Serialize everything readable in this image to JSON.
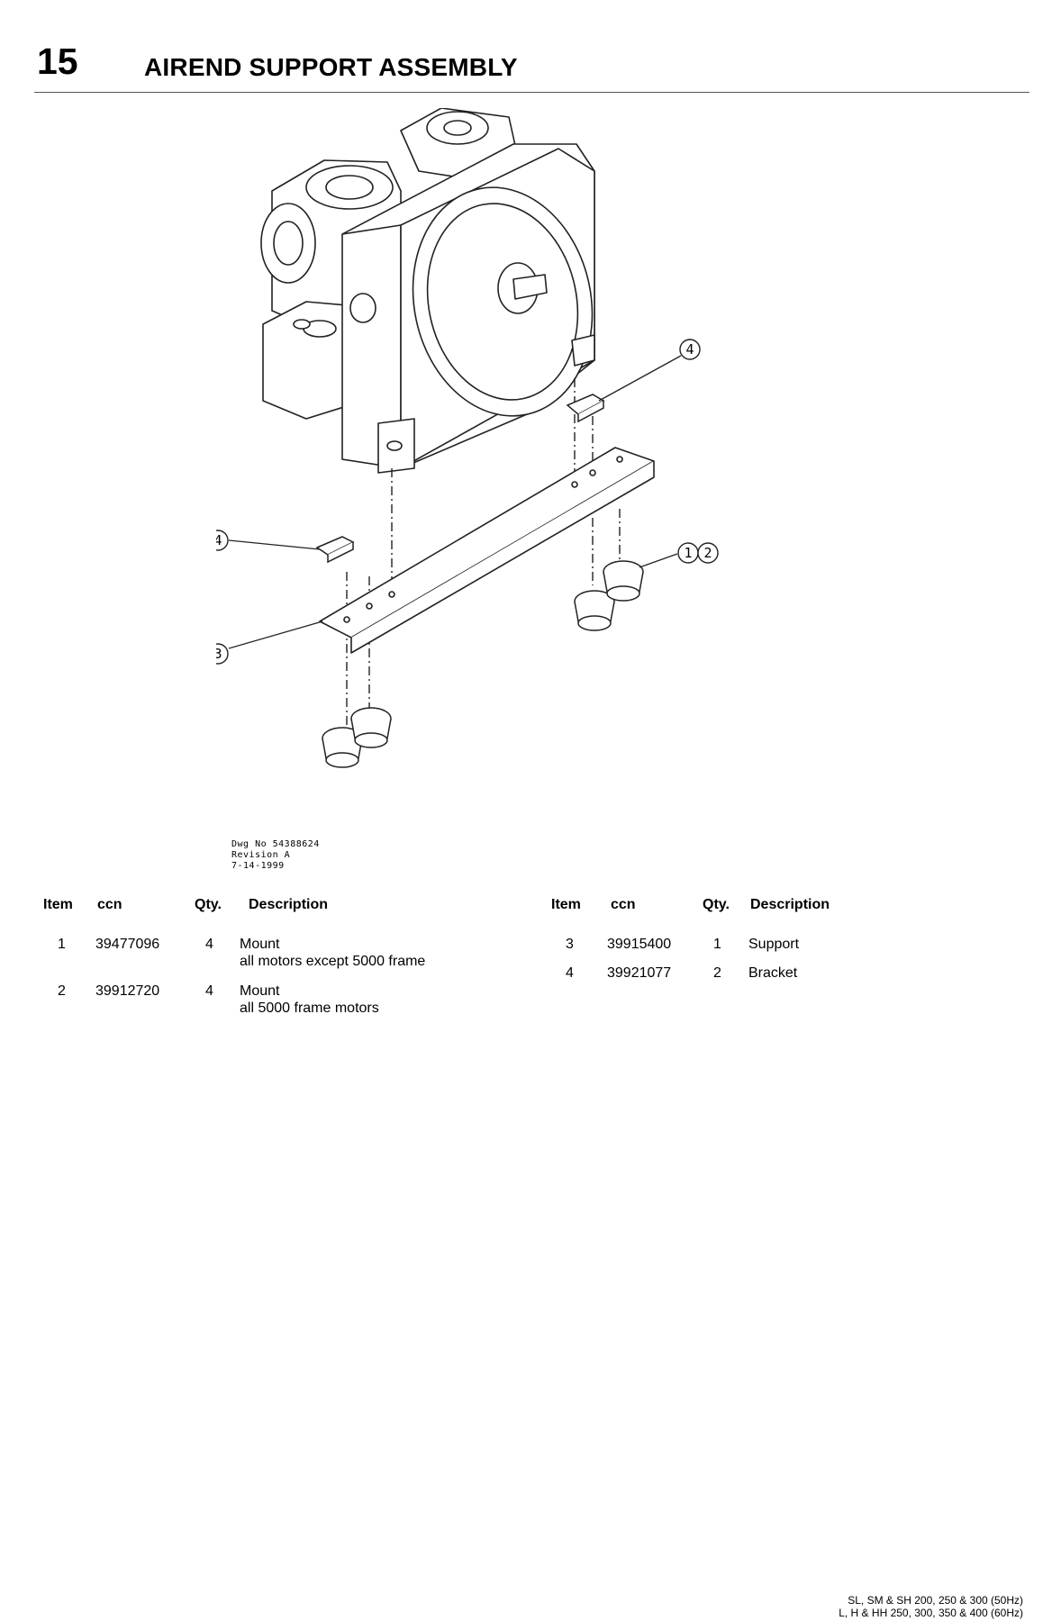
{
  "header": {
    "section_number": "15",
    "title": "AIREND SUPPORT ASSEMBLY"
  },
  "drawing": {
    "callouts": [
      "4",
      "4",
      "3",
      "1",
      "2"
    ],
    "note_lines": [
      "Dwg No 54388624",
      "Revision A",
      "7-14-1999"
    ]
  },
  "parts_table": {
    "columns": [
      "Item",
      "ccn",
      "Qty.",
      "Description"
    ],
    "rows": [
      {
        "item": "1",
        "ccn": "39477096",
        "qty": "4",
        "description": "Mount",
        "description_line2": "all motors except 5000 frame"
      },
      {
        "item": "2",
        "ccn": "39912720",
        "qty": "4",
        "description": "Mount",
        "description_line2": "all 5000 frame motors"
      },
      {
        "item": "3",
        "ccn": "39915400",
        "qty": "1",
        "description": "Support",
        "description_line2": ""
      },
      {
        "item": "4",
        "ccn": "39921077",
        "qty": "2",
        "description": "Bracket",
        "description_line2": ""
      }
    ]
  },
  "footer": {
    "line1": "SL, SM & SH 200, 250 & 300 (50Hz)",
    "line2": "L, H & HH 250, 300, 350 & 400 (60Hz)"
  }
}
